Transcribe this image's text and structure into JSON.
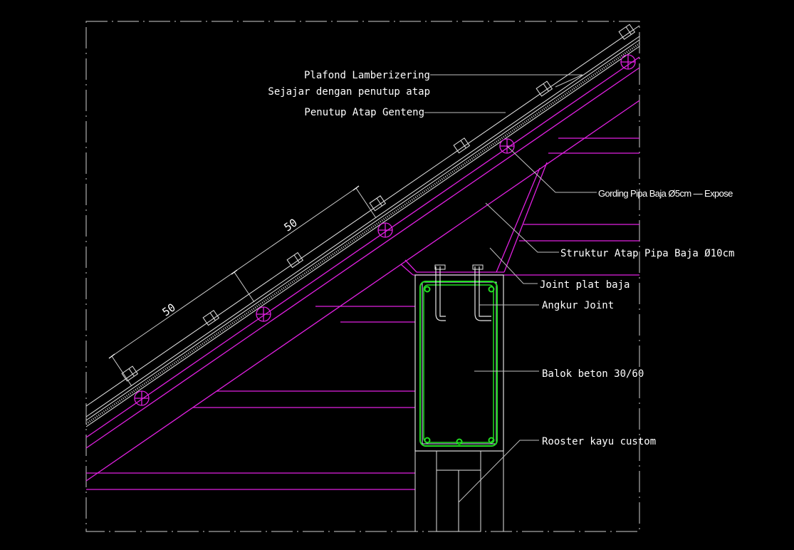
{
  "labels": {
    "plafond_line1": "Plafond Lamberizering",
    "plafond_line2": "Sejajar dengan penutup atap",
    "penutup": "Penutup Atap Genteng",
    "gording": "Gording Pipa Baja Ø5cm — Expose",
    "struktur": "Struktur Atap Pipa Baja Ø10cm",
    "joint": "Joint plat baja",
    "angkur": "Angkur Joint",
    "balok": "Balok beton 30/60",
    "rooster": "Rooster kayu custom"
  },
  "dimensions": {
    "upper": "50",
    "lower": "50"
  },
  "colors": {
    "background": "#000000",
    "steel_structure": "#e020e0",
    "rebar": "#22dd22",
    "linework": "#e6e6e6",
    "text": "#ffffff"
  }
}
